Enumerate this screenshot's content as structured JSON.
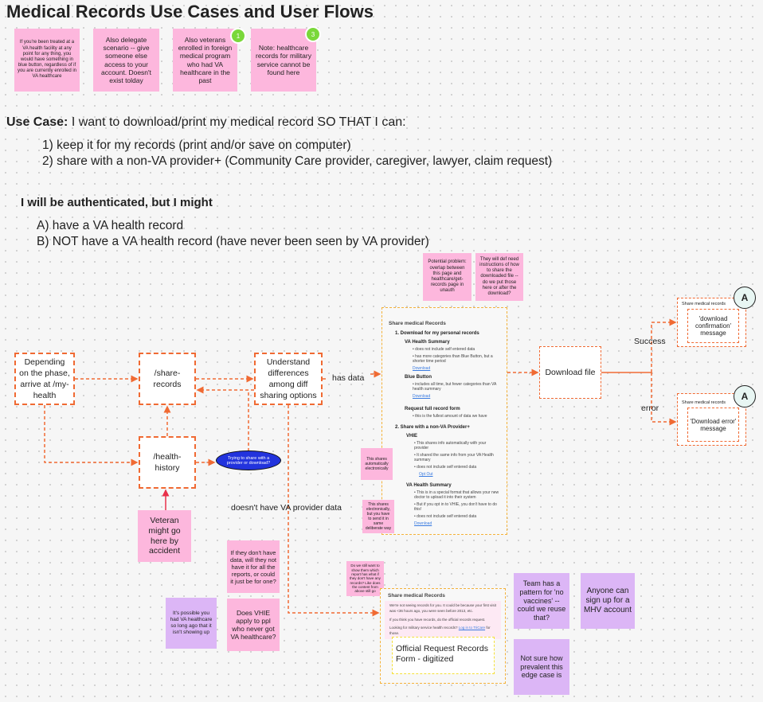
{
  "title": "Medical Records Use Cases and User Flows",
  "top_notes": [
    {
      "text": "If you're been treated at a VA health facility at any point for any thing, you would have something in blue button, regardless of if you are currently enrolled in VA healthcare"
    },
    {
      "text": "Also delegate scenario -- give someone else access to your account. Doesn't exist tolday"
    },
    {
      "text": "Also veterans enrolled in foreign medical program who had VA healthcare in the past",
      "badge": "1"
    },
    {
      "text": "Note: healthcare records for military service cannot be found here",
      "badge": "3"
    }
  ],
  "use_case": {
    "label": "Use Case:",
    "text": " I want to download/print my medical record SO THAT I can:",
    "items": [
      "1) keep it for my records (print and/or save on computer)",
      "2) share with a non-VA provider+ (Community Care provider, caregiver, lawyer, claim request)"
    ]
  },
  "auth": {
    "heading": "I will be authenticated, but I might",
    "items": [
      "A) have a VA health record",
      "B) NOT have a VA health record (have never been seen by VA provider)"
    ]
  },
  "notes_mid": [
    "Potential problem: overlap between this page and healthcare/get-records page in unauth",
    "They will def need instructions of how to share the downloaded file -- do we put those here or after the download?"
  ],
  "flow": {
    "start": "Depending on the phase, arrive at /my-health",
    "share_records": "/share-records",
    "health_history": "/health-history",
    "understand": "Understand differences among diff sharing options",
    "has_data": "has data",
    "no_data": "doesn't have VA provider data",
    "question": "Trying to share with a provider or download?",
    "veteran": "Veteran might go here by accident",
    "download": "Download file",
    "success": "Success",
    "error": "error",
    "success_title": "Share medical records",
    "success_msg": "'download confirmation' message",
    "error_title": "Share medical records",
    "error_msg": "'Download error' message",
    "connector": "A"
  },
  "panel": {
    "title": "Share medical Records",
    "s1": "1. Download for my personal records",
    "vahs": "VA Health Summary",
    "vahs_items": [
      "does not include self entered data",
      "has more categories than Blue Button, but a shorter time period"
    ],
    "download": "Download",
    "bb": "Blue Button",
    "bb_items": [
      "includes all time, but fewer categories than VA health summary"
    ],
    "req": "Request full record form",
    "req_items": [
      "this is the fullest amount of data we have"
    ],
    "s2": "2. Share with a non-VA Provider+",
    "vhie": "VHIE",
    "vhie_items": [
      "This shares info automatically with your provider",
      "It shared the same info from your VA Health summary",
      "does not include self entered data"
    ],
    "optout": "Opt Out",
    "vahs2": "VA Health Summary",
    "vahs2_items": [
      "This is in a special format that allows your new doctor to upload it into their system",
      "But if you opt in to VHIE, you don't have to do this!",
      "does not include self entered data"
    ]
  },
  "panel_notes": [
    "This shares automatically electronically",
    "This shares electronically, but you have to send it in same deliberate way"
  ],
  "bottom_panel": {
    "title": "Share medical Records",
    "p1": "We're not seeing records for you. It could be because your first visit was <36 hours ago, you were seen before 2013, etc.",
    "p2": "If you think you have records, do the official records request.",
    "p3a": "Looking for military service health records? ",
    "p3link": "Log in to TriCare",
    "p3b": " for those.",
    "form": "Official Request Records Form - digitized"
  },
  "bottom_notes": {
    "q1": "If they don't have data, will they not have it for all the reports, or could it just be for one?",
    "q2": "Does VHIE apply to ppl who never got VA healthcare?",
    "q3": "It's possible you had VA healthcare so long ago that it isn't showing up",
    "q4": "Do we still want to show them which report has what if they don't have any records? Like does the content from above still go",
    "p1": "Team has a pattern for 'no vaccines' -- could we reuse that?",
    "p2": "Anyone can sign up for a MHV account",
    "p3": "Not sure how prevalent this edge case is"
  },
  "colors": {
    "arrow": "#f06a33",
    "sticky_pink": "#fdb7dd",
    "sticky_purple": "#dcb6f6",
    "question_bubble": "#2233dd"
  }
}
